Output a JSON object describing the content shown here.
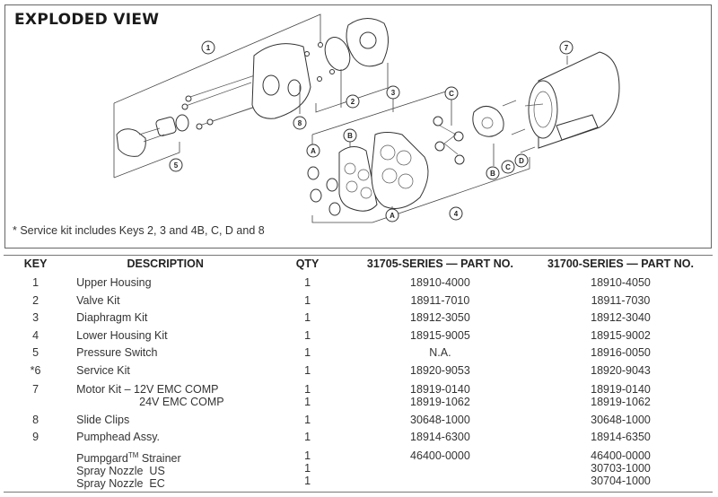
{
  "section_title": "EXPLODED VIEW",
  "footnote": "* Service kit includes Keys 2, 3 and 4B, C, D and 8",
  "callouts": {
    "c1": "1",
    "c2": "2",
    "c3": "3",
    "c4": "4",
    "c5": "5",
    "c7": "7",
    "c8": "8",
    "a_left": "A",
    "a_bottom": "A",
    "b_left": "B",
    "b_right": "B",
    "c_top": "C",
    "c_right": "C",
    "d_right": "D"
  },
  "table": {
    "headers": {
      "key": "KEY",
      "description": "DESCRIPTION",
      "qty": "QTY",
      "series_31705": "31705-SERIES — PART NO.",
      "series_31700": "31700-SERIES — PART NO."
    },
    "rows": [
      {
        "key": "1",
        "description": "Upper Housing",
        "qty": "1",
        "p31705": "18910-4000",
        "p31700": "18910-4050"
      },
      {
        "key": "2",
        "description": "Valve Kit",
        "qty": "1",
        "p31705": "18911-7010",
        "p31700": "18911-7030"
      },
      {
        "key": "3",
        "description": "Diaphragm Kit",
        "qty": "1",
        "p31705": "18912-3050",
        "p31700": "18912-3040"
      },
      {
        "key": "4",
        "description": "Lower Housing Kit",
        "qty": "1",
        "p31705": "18915-9005",
        "p31700": "18915-9002"
      },
      {
        "key": "5",
        "description": "Pressure Switch",
        "qty": "1",
        "p31705": "N.A.",
        "p31700": "18916-0050"
      },
      {
        "key": "*6",
        "description": "Service Kit",
        "qty": "1",
        "p31705": "18920-9053",
        "p31700": "18920-9043"
      },
      {
        "key": "7",
        "description": "Motor Kit – 12V EMC COMP",
        "description2": "24V EMC COMP",
        "qty": "1",
        "qty2": "1",
        "p31705": "18919-0140",
        "p31705_2": "18919-1062",
        "p31700": "18919-0140",
        "p31700_2": "18919-1062"
      },
      {
        "key": "8",
        "description": "Slide Clips",
        "qty": "1",
        "p31705": "30648-1000",
        "p31700": "30648-1000"
      },
      {
        "key": "9",
        "description": "Pumphead Assy.",
        "qty": "1",
        "p31705": "18914-6300",
        "p31700": "18914-6350"
      },
      {
        "key": "",
        "description": "Pumpgard",
        "description_sup": "TM",
        "description_tail": " Strainer",
        "qty": "1",
        "p31705": "46400-0000",
        "p31700": "46400-0000",
        "description2": "Spray Nozzle  US",
        "qty2": "1",
        "p31700_2": "30703-1000",
        "description3": "Spray Nozzle  EC",
        "qty3": "1",
        "p31700_3": "30704-1000"
      }
    ]
  }
}
